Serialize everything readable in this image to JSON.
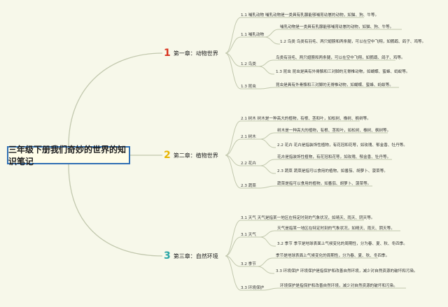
{
  "root_title": "三年级下册我们奇妙的世界的知识笔记",
  "chapters": [
    {
      "number": "1",
      "title": "第一章：动物世界",
      "color": "#d8331f",
      "items": [
        "1.1 哺乳动物 哺乳动物是一类具有乳腺能够哺育幼崽的动物，如猫、狗、牛等。",
        "1.1 哺乳动物",
        "哺乳动物是一类具有乳腺能够哺育幼崽的动物，如猫、狗、牛等。",
        "1.2 鸟类 鸟类有羽毛、两只翅膀和两条腿，可以在空中飞翔，如鹦鹉、鸽子、鸡等。",
        "1.2 鸟类",
        "鸟类有羽毛、两只翅膀和两条腿，可以在空中飞翔，如鹦鹉、鸽子、鸡等。",
        "1.3 昆虫 昆虫是具有外骨骼和三对脚的无脊椎动物，如蝴蝶、蜜蜂、蚂蚁等。",
        "1.3 昆虫",
        "昆虫是具有外骨骼和三对脚的无脊椎动物，如蝴蝶、蜜蜂、蚂蚁等。"
      ]
    },
    {
      "number": "2",
      "title": "第二章：植物世界",
      "color": "#e8b400",
      "items": [
        "2.1 树木 树木是一种高大的植物，有根、茎和叶，如松树、橡树、枫树等。",
        "2.1 树木",
        "树木是一种高大的植物，有根、茎和叶，如松树、橡树、枫树等。",
        "2.2 花卉 花卉是指装饰性植物，有花冠和花萼，如玫瑰、郁金香、牡丹等。",
        "2.2 花卉",
        "花卉是指装饰性植物，有花冠和花萼，如玫瑰、郁金香、牡丹等。",
        "2.3 蔬菜 蔬菜是指可以食用的植物，如番茄、胡萝卜、菠菜等。",
        "2.3 蔬菜",
        "蔬菜是指可以食用的植物，如番茄、胡萝卜、菠菜等。"
      ]
    },
    {
      "number": "3",
      "title": "第三章：自然环境",
      "color": "#2aa6a6",
      "items": [
        "3.1 天气 天气是指某一地区在特定时刻的气象状况，如晴天、雨天、阴天等。",
        "3.1 天气",
        "天气是指某一地区在特定时刻的气象状况，如晴天、雨天、阴天等。",
        "3.2 季节 季节是地球表面上气候变化的周期性，分为春、夏、秋、冬四季。",
        "3.2 季节",
        "季节是地球表面上气候变化的周期性，分为春、夏、秋、冬四季。",
        "3.3 环境保护 环境保护是指保护和改善自然环境，减少对自然资源的破坏和污染。",
        "3.3 环境保护",
        "环境保护是指保护和改善自然环境，减少对自然资源的破坏和污染。"
      ]
    }
  ]
}
